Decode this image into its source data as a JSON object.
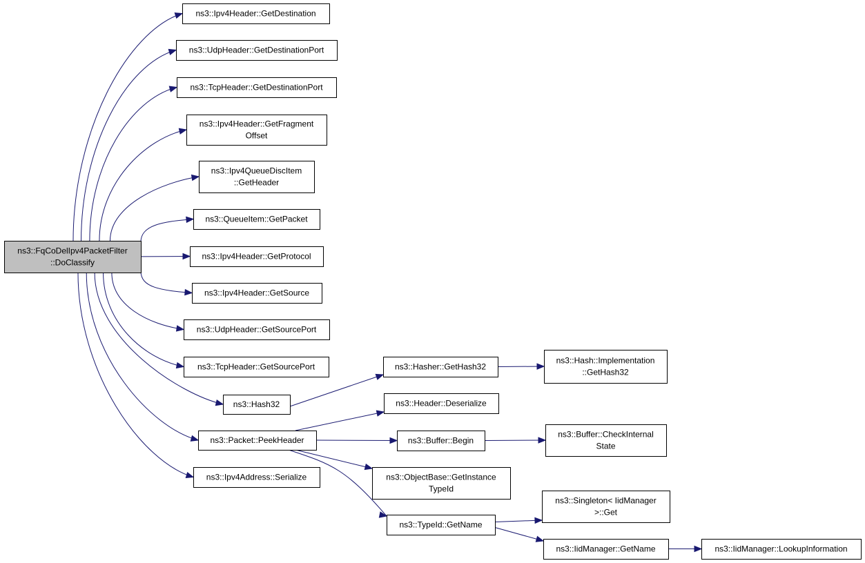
{
  "graph": {
    "nodes": [
      {
        "id": "root",
        "lines": [
          "ns3::FqCoDelIpv4PacketFilter",
          "::DoClassify"
        ],
        "root": true
      },
      {
        "id": "n1",
        "lines": [
          "ns3::Ipv4Header::GetDestination"
        ]
      },
      {
        "id": "n2",
        "lines": [
          "ns3::UdpHeader::GetDestinationPort"
        ]
      },
      {
        "id": "n3",
        "lines": [
          "ns3::TcpHeader::GetDestinationPort"
        ]
      },
      {
        "id": "n4",
        "lines": [
          "ns3::Ipv4Header::GetFragment",
          "Offset"
        ]
      },
      {
        "id": "n5",
        "lines": [
          "ns3::Ipv4QueueDiscItem",
          "::GetHeader"
        ]
      },
      {
        "id": "n6",
        "lines": [
          "ns3::QueueItem::GetPacket"
        ]
      },
      {
        "id": "n7",
        "lines": [
          "ns3::Ipv4Header::GetProtocol"
        ]
      },
      {
        "id": "n8",
        "lines": [
          "ns3::Ipv4Header::GetSource"
        ]
      },
      {
        "id": "n9",
        "lines": [
          "ns3::UdpHeader::GetSourcePort"
        ]
      },
      {
        "id": "n10",
        "lines": [
          "ns3::TcpHeader::GetSourcePort"
        ]
      },
      {
        "id": "n11",
        "lines": [
          "ns3::Hash32"
        ]
      },
      {
        "id": "n12",
        "lines": [
          "ns3::Packet::PeekHeader"
        ]
      },
      {
        "id": "n13",
        "lines": [
          "ns3::Ipv4Address::Serialize"
        ]
      },
      {
        "id": "n14",
        "lines": [
          "ns3::Hasher::GetHash32"
        ]
      },
      {
        "id": "n15",
        "lines": [
          "ns3::Hash::Implementation",
          "::GetHash32"
        ]
      },
      {
        "id": "n16",
        "lines": [
          "ns3::Header::Deserialize"
        ]
      },
      {
        "id": "n17",
        "lines": [
          "ns3::Buffer::Begin"
        ]
      },
      {
        "id": "n18",
        "lines": [
          "ns3::Buffer::CheckInternal",
          "State"
        ]
      },
      {
        "id": "n19",
        "lines": [
          "ns3::ObjectBase::GetInstance",
          "TypeId"
        ]
      },
      {
        "id": "n20",
        "lines": [
          "ns3::TypeId::GetName"
        ]
      },
      {
        "id": "n21",
        "lines": [
          "ns3::Singleton< IidManager",
          " >::Get"
        ]
      },
      {
        "id": "n22",
        "lines": [
          "ns3::IidManager::GetName"
        ]
      },
      {
        "id": "n23",
        "lines": [
          "ns3::IidManager::LookupInformation"
        ]
      }
    ],
    "edges": [
      [
        "root",
        "n1"
      ],
      [
        "root",
        "n2"
      ],
      [
        "root",
        "n3"
      ],
      [
        "root",
        "n4"
      ],
      [
        "root",
        "n5"
      ],
      [
        "root",
        "n6"
      ],
      [
        "root",
        "n7"
      ],
      [
        "root",
        "n8"
      ],
      [
        "root",
        "n9"
      ],
      [
        "root",
        "n10"
      ],
      [
        "root",
        "n11"
      ],
      [
        "root",
        "n12"
      ],
      [
        "root",
        "n13"
      ],
      [
        "n11",
        "n14"
      ],
      [
        "n14",
        "n15"
      ],
      [
        "n12",
        "n16"
      ],
      [
        "n12",
        "n17"
      ],
      [
        "n12",
        "n19"
      ],
      [
        "n12",
        "n20"
      ],
      [
        "n17",
        "n18"
      ],
      [
        "n20",
        "n21"
      ],
      [
        "n20",
        "n22"
      ],
      [
        "n22",
        "n23"
      ]
    ]
  }
}
